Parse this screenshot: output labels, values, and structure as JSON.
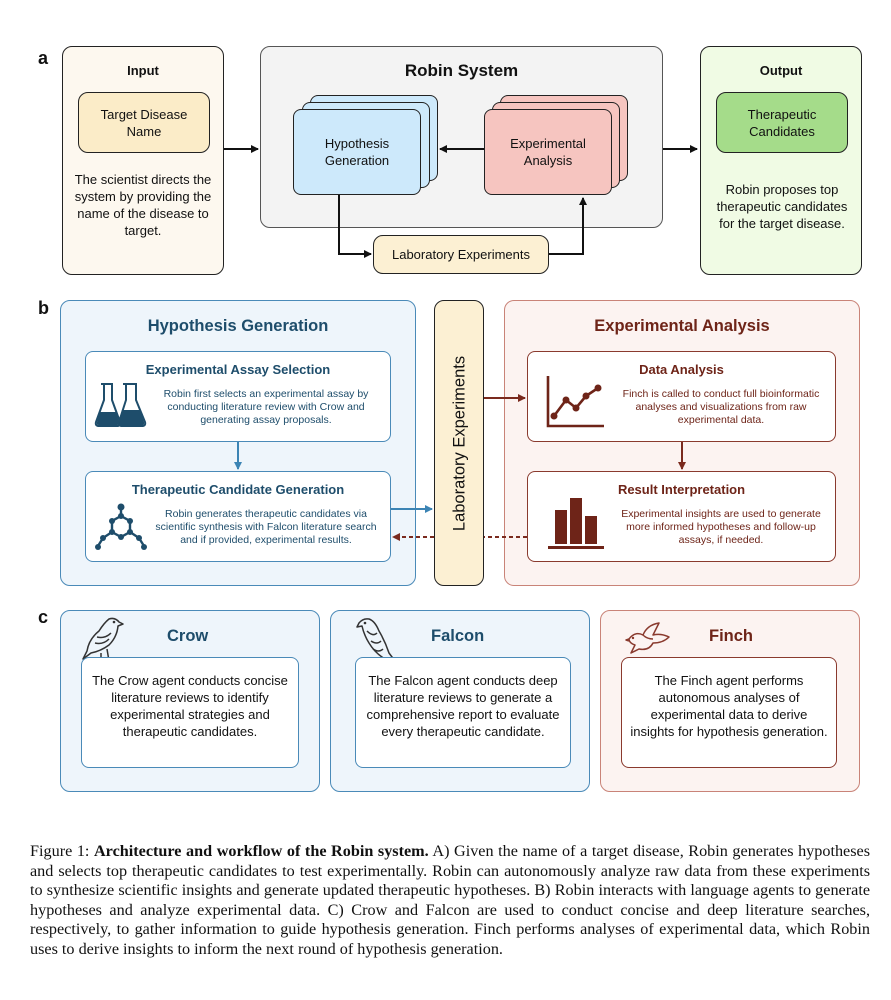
{
  "panel_a": {
    "letter": "a",
    "input": {
      "heading": "Input",
      "box_label": "Target Disease Name",
      "description": "The scientist directs the system by providing the name of the disease to target."
    },
    "robin": {
      "title": "Robin System",
      "hypothesis": "Hypothesis Generation",
      "analysis": "Experimental Analysis",
      "lab": "Laboratory Experiments"
    },
    "output": {
      "heading": "Output",
      "box_label": "Therapeutic Candidates",
      "description": "Robin proposes top therapeutic candidates for the target disease."
    }
  },
  "panel_b": {
    "letter": "b",
    "hypothesis": {
      "title": "Hypothesis Generation",
      "assay": {
        "title": "Experimental Assay Selection",
        "text": "Robin first selects an experimental assay by conducting literature review with Crow and generating assay proposals."
      },
      "candidate": {
        "title": "Therapeutic Candidate Generation",
        "text": "Robin generates therapeutic candidates via scientific synthesis with Falcon literature search and if provided, experimental results."
      }
    },
    "lab": "Laboratory Experiments",
    "analysis": {
      "title": "Experimental Analysis",
      "data": {
        "title": "Data Analysis",
        "text": "Finch is called to conduct full bioinformatic analyses and visualizations from raw experimental data."
      },
      "result": {
        "title": "Result Interpretation",
        "text": "Experimental insights are used to generate more informed hypotheses and follow-up assays, if needed."
      }
    }
  },
  "panel_c": {
    "letter": "c",
    "crow": {
      "name": "Crow",
      "text": "The Crow agent conducts concise literature reviews to identify experimental strategies and therapeutic candidates."
    },
    "falcon": {
      "name": "Falcon",
      "text": "The Falcon agent conducts deep literature reviews to generate a comprehensive report to evaluate every therapeutic candidate."
    },
    "finch": {
      "name": "Finch",
      "text": "The Finch agent performs autonomous analyses of experimental data to derive insights for hypothesis generation."
    }
  },
  "caption": {
    "label": "Figure 1:",
    "title": "Architecture and workflow of the Robin system.",
    "text": "A) Given the name of a target disease, Robin generates hypotheses and selects top therapeutic candidates to test experimentally. Robin can autonomously analyze raw data from these experiments to synthesize scientific insights and generate updated therapeutic hypotheses. B) Robin interacts with language agents to generate hypotheses and analyze experimental data. C) Crow and Falcon are used to conduct concise and deep literature searches, respectively, to gather information to guide hypothesis generation. Finch performs analyses of experimental data, which Robin uses to derive insights to inform the next round of hypothesis generation."
  },
  "colors": {
    "input_bg": "#fdf8ef",
    "target_box": "#fbecc8",
    "output_bg": "#f0fbe4",
    "candidate_box": "#a5dc8a",
    "robin_bg": "#f3f3f3",
    "hypothesis_box": "#cde9fb",
    "analysis_box": "#f6c5c0",
    "lab_box": "#fcf0d3",
    "blue_panel": "#eef5fb",
    "blue_border": "#4a8ab8",
    "blue_text": "#1e4d6b",
    "red_panel": "#fcf3f1",
    "red_border": "#c98378",
    "red_text": "#6e2418"
  }
}
